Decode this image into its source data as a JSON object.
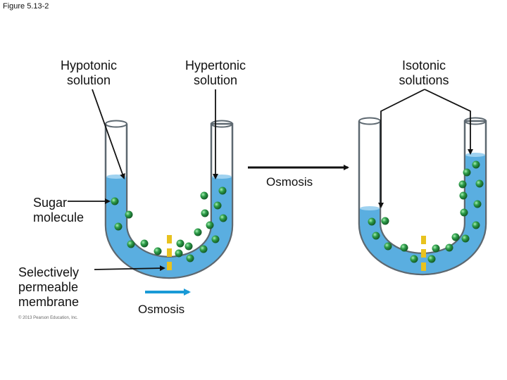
{
  "figure_label": "Figure 5.13-2",
  "labels": {
    "hypotonic": [
      "Hypotonic",
      "solution"
    ],
    "hypertonic": [
      "Hypertonic",
      "solution"
    ],
    "isotonic": [
      "Isotonic",
      "solutions"
    ],
    "sugar": [
      "Sugar",
      "molecule"
    ],
    "membrane": [
      "Selectively",
      "permeable",
      "membrane"
    ],
    "osmosis_top": "Osmosis",
    "osmosis_bottom": "Osmosis"
  },
  "copyright": "© 2013 Pearson Education, Inc.",
  "colors": {
    "water": "#5aaee0",
    "water_light": "#9fd2f0",
    "tube": "#bfc7cc",
    "molecule": "#2e9e4a",
    "membrane": "#e8c21e",
    "arrow_black": "#111111",
    "arrow_blue": "#1a9ad6"
  }
}
